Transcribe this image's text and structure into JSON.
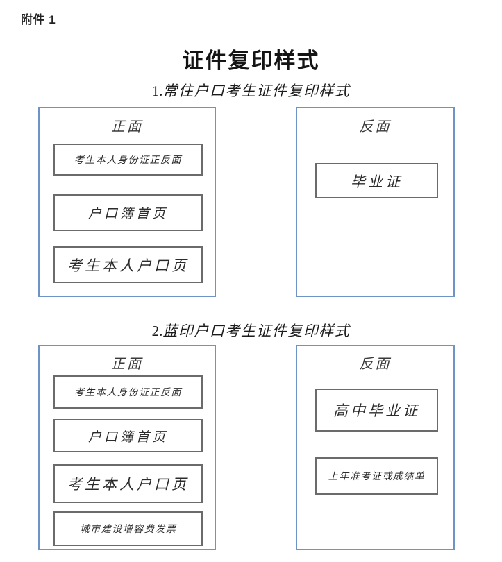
{
  "document": {
    "attachment_label": "附件 1",
    "title": "证件复印样式"
  },
  "sections": [
    {
      "id": "section-1",
      "number": "1.",
      "heading": "常住户口考生证件复印样式",
      "panels": [
        {
          "id": "panel-front-1",
          "side": "front",
          "heading": "正面",
          "items": [
            {
              "label": "考生本人身份证正反面",
              "size": "sm"
            },
            {
              "label": "户口簿首页",
              "size": "md"
            },
            {
              "label": "考生本人户口页",
              "size": "lg"
            }
          ]
        },
        {
          "id": "panel-back-1",
          "side": "back",
          "heading": "反面",
          "items": [
            {
              "label": "毕业证",
              "size": "lg"
            }
          ]
        }
      ]
    },
    {
      "id": "section-2",
      "number": "2.",
      "heading": "蓝印户口考生证件复印样式",
      "panels": [
        {
          "id": "panel-front-2",
          "side": "front",
          "heading": "正面",
          "items": [
            {
              "label": "考生本人身份证正反面",
              "size": "sm"
            },
            {
              "label": "户口簿首页",
              "size": "md"
            },
            {
              "label": "考生本人户口页",
              "size": "lg"
            },
            {
              "label": "城市建设增容费发票",
              "size": "sm"
            }
          ]
        },
        {
          "id": "panel-back-2",
          "side": "back",
          "heading": "反面",
          "items": [
            {
              "label": "高中毕业证",
              "size": "lg"
            },
            {
              "label": "上年准考证或成绩单",
              "size": "sm"
            }
          ]
        }
      ]
    }
  ],
  "colors": {
    "panel_border": "#6f93c9",
    "item_border": "#6b6b6b",
    "page_background": "#ffffff",
    "text": "#1a1a1a"
  }
}
